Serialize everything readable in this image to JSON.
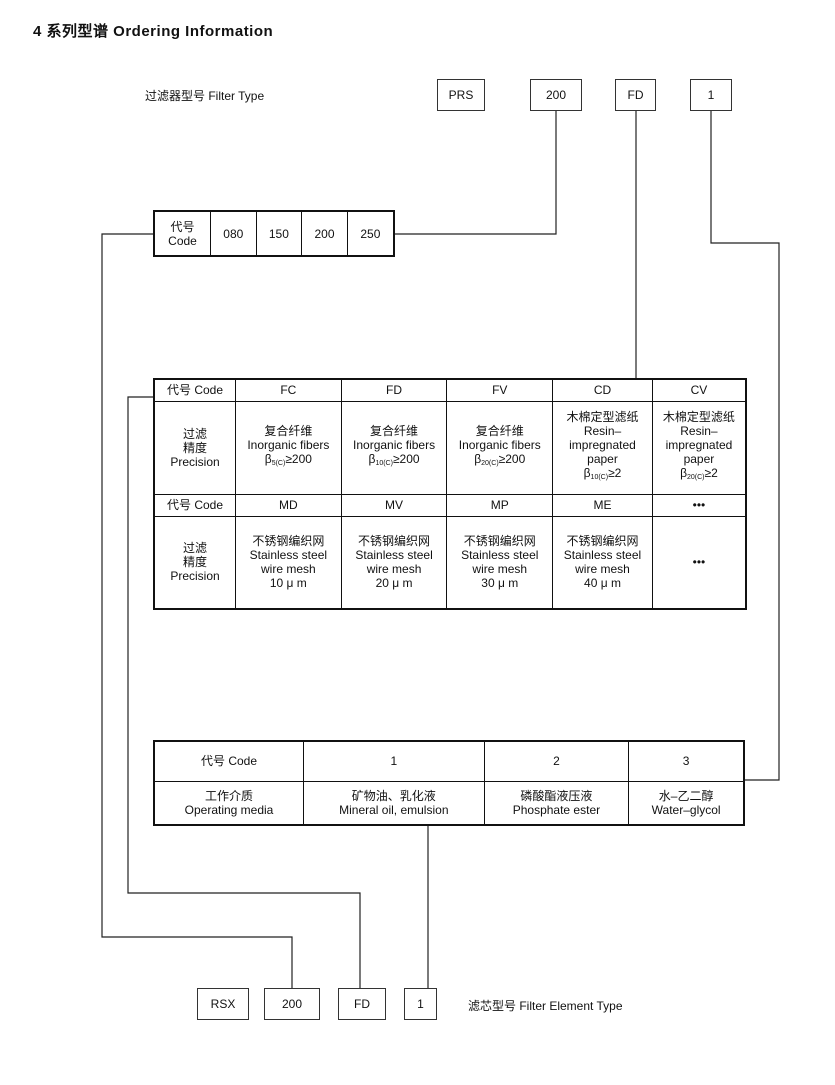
{
  "title": "4 系列型谱 Ordering Information",
  "filter_type": {
    "label": "过滤器型号  Filter Type",
    "codes": [
      "PRS",
      "200",
      "FD",
      "1"
    ]
  },
  "size_table": {
    "header": "代号\nCode",
    "values": [
      "080",
      "150",
      "200",
      "250"
    ]
  },
  "precision_table": {
    "code_label": "代号 Code",
    "precision_label": "过滤\n精度\nPrecision",
    "row1_codes": [
      "FC",
      "FD",
      "FV",
      "CD",
      "CV"
    ],
    "row1_desc": [
      {
        "cn": "复合纤维",
        "en": "Inorganic fibers",
        "beta": "β",
        "sub": "5(C)",
        "val": "≥200"
      },
      {
        "cn": "复合纤维",
        "en": "Inorganic fibers",
        "beta": "β",
        "sub": "10(C)",
        "val": "≥200"
      },
      {
        "cn": "复合纤维",
        "en": "Inorganic fibers",
        "beta": "β",
        "sub": "20(C)",
        "val": "≥200"
      },
      {
        "cn": "木棉定型滤纸",
        "en": "Resin–\nimpregnated\npaper",
        "beta": "β",
        "sub": "10(C)",
        "val": "≥2"
      },
      {
        "cn": "木棉定型滤纸",
        "en": "Resin–\nimpregnated\npaper",
        "beta": "β",
        "sub": "20(C)",
        "val": "≥2"
      }
    ],
    "row2_codes": [
      "MD",
      "MV",
      "MP",
      "ME",
      "•••"
    ],
    "row2_desc": [
      {
        "cn": "不锈钢编织网",
        "en": "Stainless steel\nwire mesh",
        "val": "10 μ m"
      },
      {
        "cn": "不锈钢编织网",
        "en": "Stainless steel\nwire mesh",
        "val": "20 μ m"
      },
      {
        "cn": "不锈钢编织网",
        "en": "Stainless steel\nwire mesh",
        "val": "30 μ m"
      },
      {
        "cn": "不锈钢编织网",
        "en": "Stainless steel\nwire mesh",
        "val": "40 μ m"
      },
      {
        "cn": "•••",
        "en": "",
        "val": ""
      }
    ]
  },
  "media_table": {
    "code_label": "代号  Code",
    "codes": [
      "1",
      "2",
      "3"
    ],
    "media_label": "工作介质\nOperating media",
    "media": [
      "矿物油、乳化液\nMineral oil, emulsion",
      "磷酸酯液压液\nPhosphate ester",
      "水–乙二醇\nWater–glycol"
    ]
  },
  "element_type": {
    "label": "滤芯型号 Filter Element Type",
    "codes": [
      "RSX",
      "200",
      "FD",
      "1"
    ]
  }
}
